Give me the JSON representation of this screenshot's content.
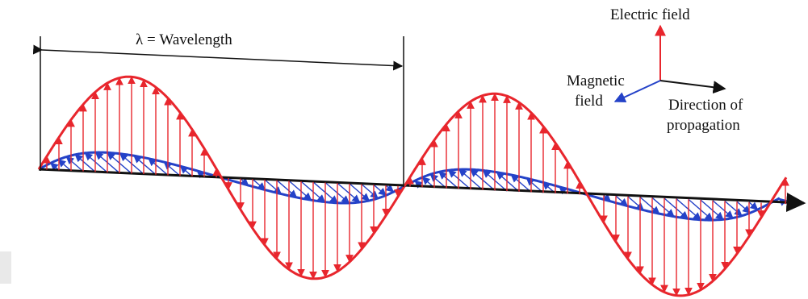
{
  "labels": {
    "wavelength": "λ = Wavelength",
    "electric_field": "Electric field",
    "magnetic_line1": "Magnetic",
    "magnetic_line2": "field",
    "direction_line1": "Direction of",
    "direction_line2": "propagation"
  },
  "colors": {
    "electric": "#e8262d",
    "magnetic": "#2442c8",
    "axis": "#111111"
  }
}
